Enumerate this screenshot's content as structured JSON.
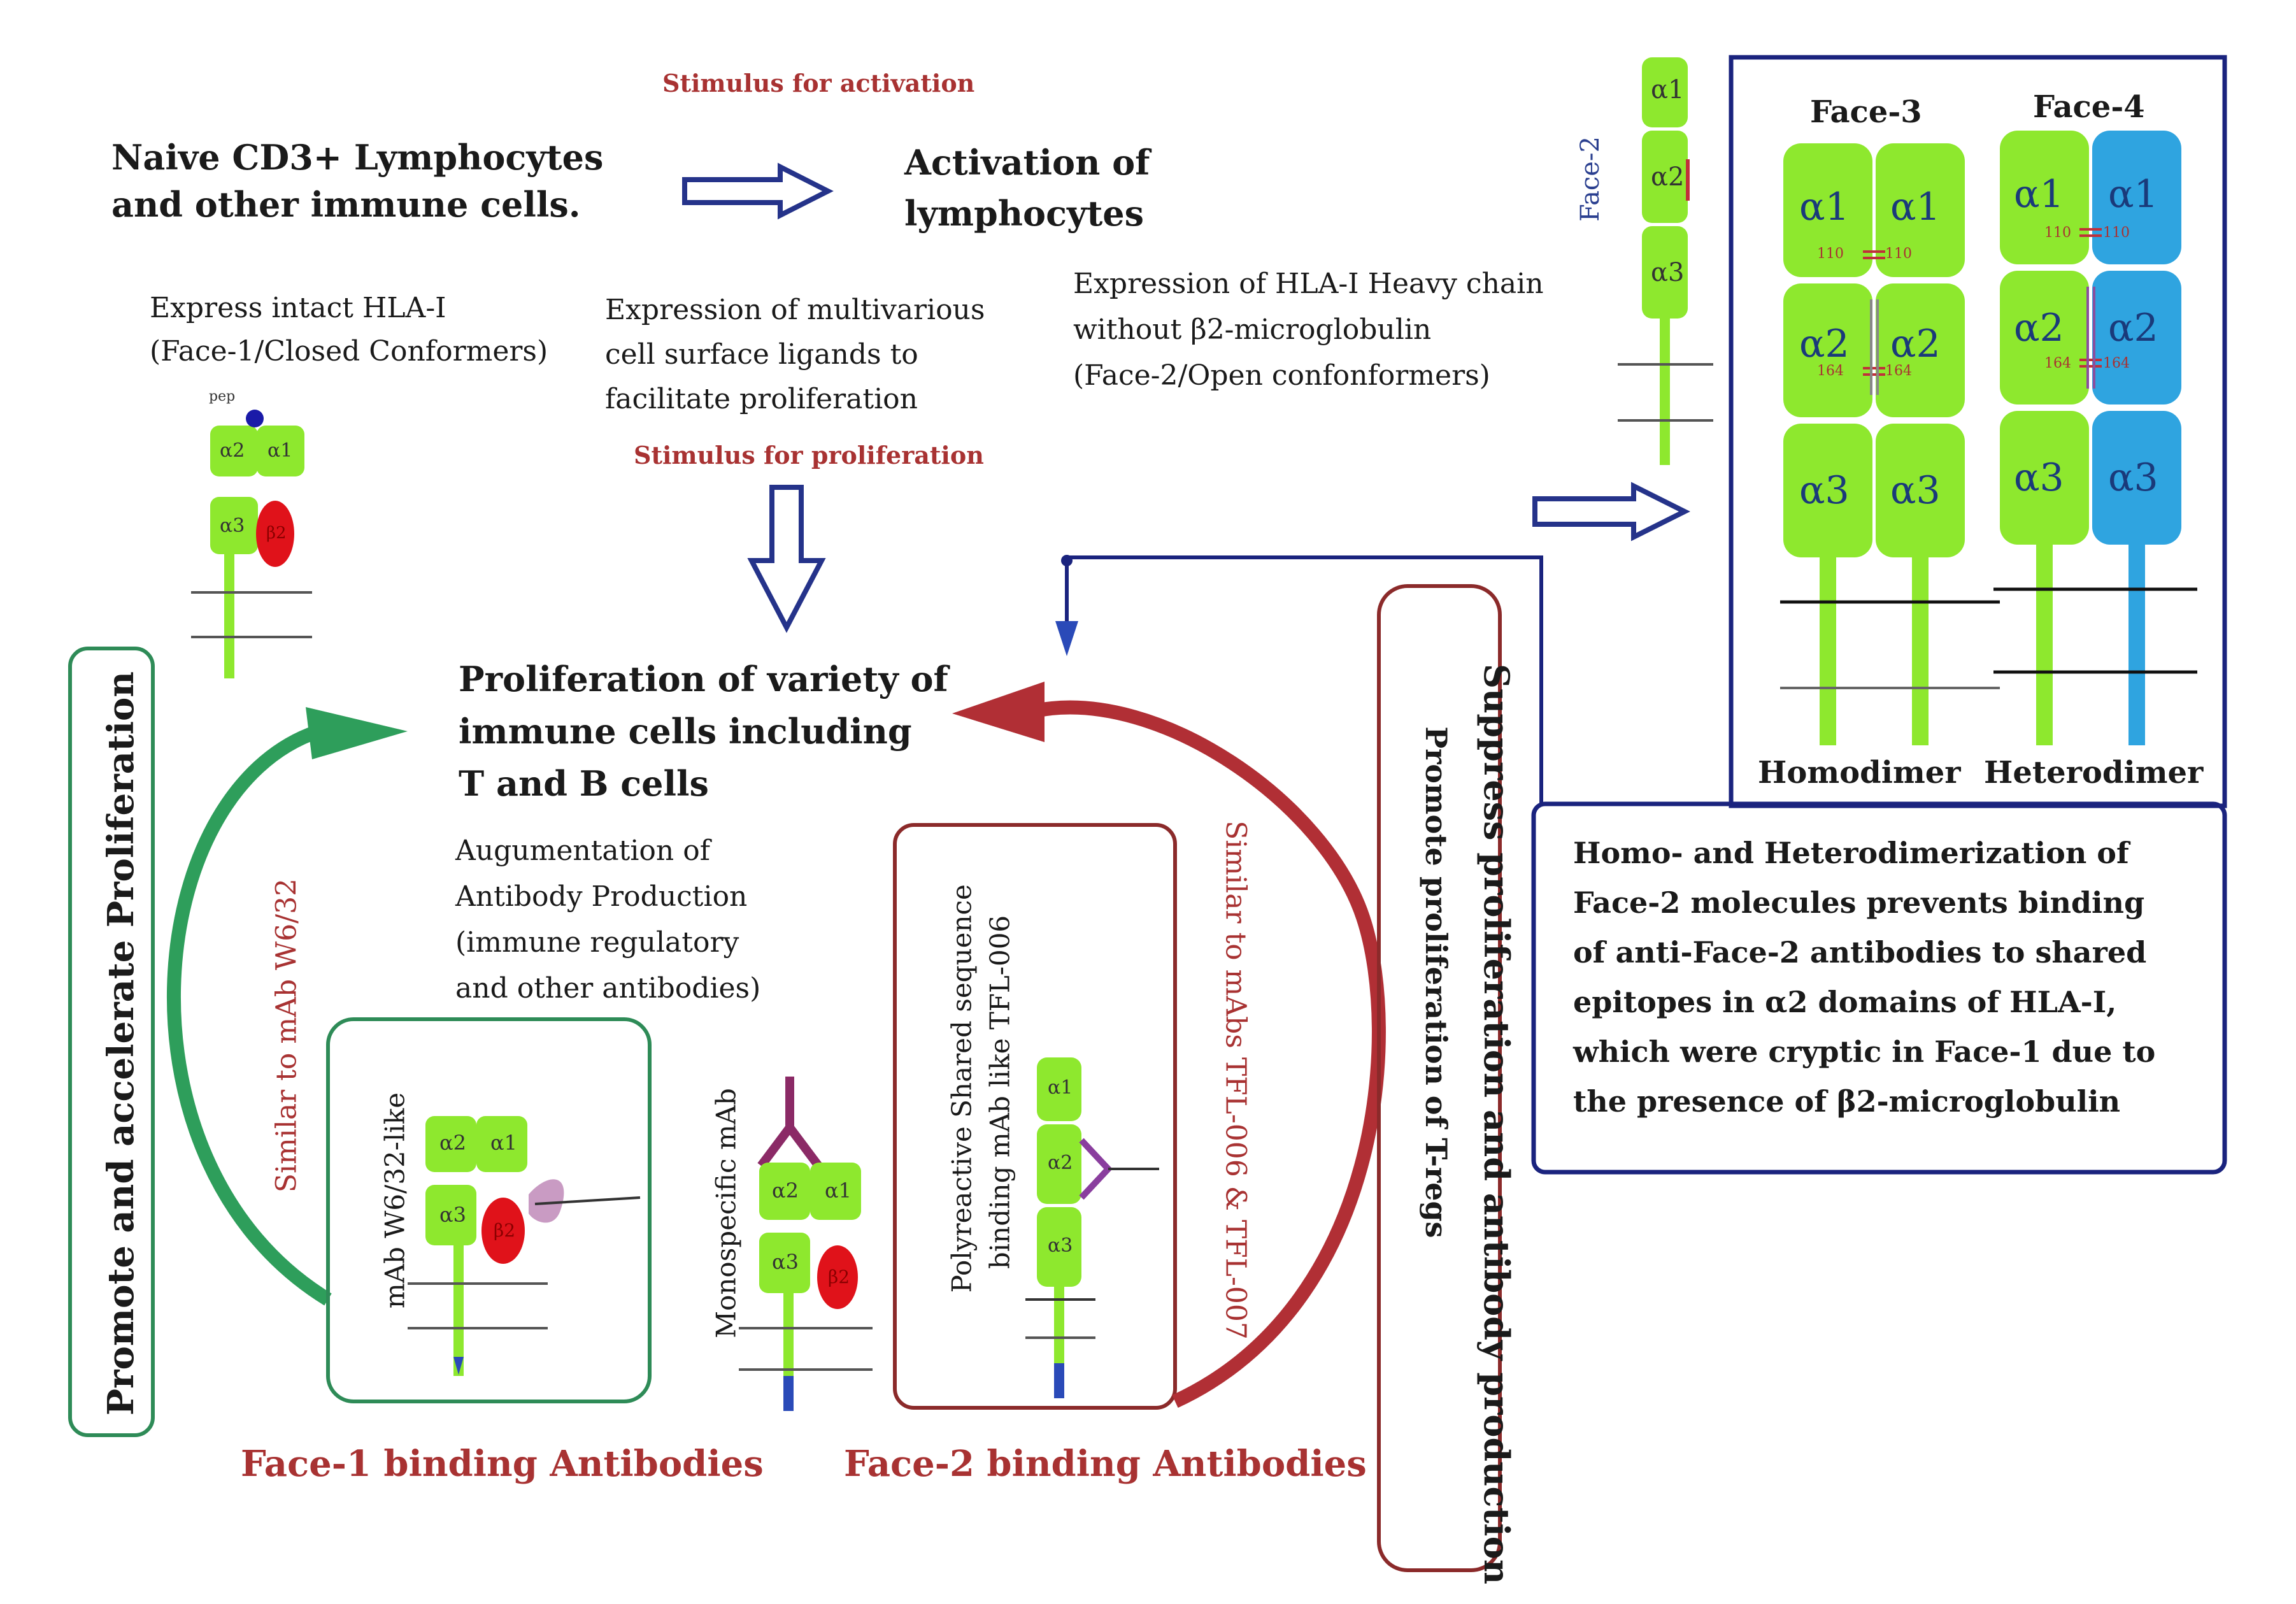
{
  "top": {
    "stimulus_activation": "Stimulus for activation",
    "naive_line1": "Naive CD3+ Lymphocytes",
    "naive_line2": "and other immune cells.",
    "activation_line1": "Activation of",
    "activation_line2": "lymphocytes",
    "express_intact_line1": "Express intact HLA-I",
    "express_intact_line2": "(Face-1/Closed Conformers)",
    "multivarious_line1": "Expression of multivarious",
    "multivarious_line2": "cell surface ligands to",
    "multivarious_line3": "facilitate proliferation",
    "stimulus_proliferation": "Stimulus for proliferation",
    "heavy_line1": "Expression of HLA-I Heavy chain",
    "heavy_line2": "without β2-microglobulin",
    "heavy_line3": "(Face-2/Open confonformers)"
  },
  "molecule_labels": {
    "pep": "pep",
    "a1": "α1",
    "a2": "α2",
    "a3": "α3",
    "b2": "β2",
    "face2": "Face-2",
    "face3": "Face-3",
    "face4": "Face-4",
    "n110": "110",
    "n164": "164"
  },
  "center": {
    "prolif_line1": "Proliferation of variety of",
    "prolif_line2": "immune cells including",
    "prolif_line3": "T and B cells",
    "aug_line1": "Augumentation of",
    "aug_line2": "Antibody Production",
    "aug_line3": "(immune regulatory",
    "aug_line4": "and other antibodies)"
  },
  "side": {
    "promote_accelerate": "Promote and accelerate Proliferation",
    "similar_w632": "Similar to mAb W6/32",
    "mab_w632_like": "mAb W6/32-like",
    "monospecific": "Monospecific mAb",
    "poly_line1": "Polyreactive Shared sequence",
    "poly_line2": "binding mAb like TFL-006",
    "similar_tfl": "Similar to mAbs TFL-006 & TFL-007",
    "suppress": "Suppress proliferation and antibody production",
    "promote_tregs": "Promote proliferation of T-regs"
  },
  "bottom": {
    "face1_binding": "Face-1 binding Antibodies",
    "face2_binding": "Face-2 binding Antibodies"
  },
  "dimer": {
    "homodimer": "Homodimer",
    "heterodimer": "Heterodimer",
    "desc_line1": "Homo- and Heterodimerization of",
    "desc_line2": "Face-2 molecules prevents binding",
    "desc_line3": "of anti-Face-2 antibodies to shared",
    "desc_line4": "epitopes in α2 domains of HLA-I,",
    "desc_line5": "which were cryptic in Face-1 due to",
    "desc_line6": "the presence of β2-microglobulin"
  },
  "colors": {
    "green": "#8ee82e",
    "red": "#e0121a",
    "blue": "#2fa4e0",
    "navy": "#1a237e",
    "dark_green": "#2e8b57",
    "dark_red": "#8b2a2a"
  }
}
